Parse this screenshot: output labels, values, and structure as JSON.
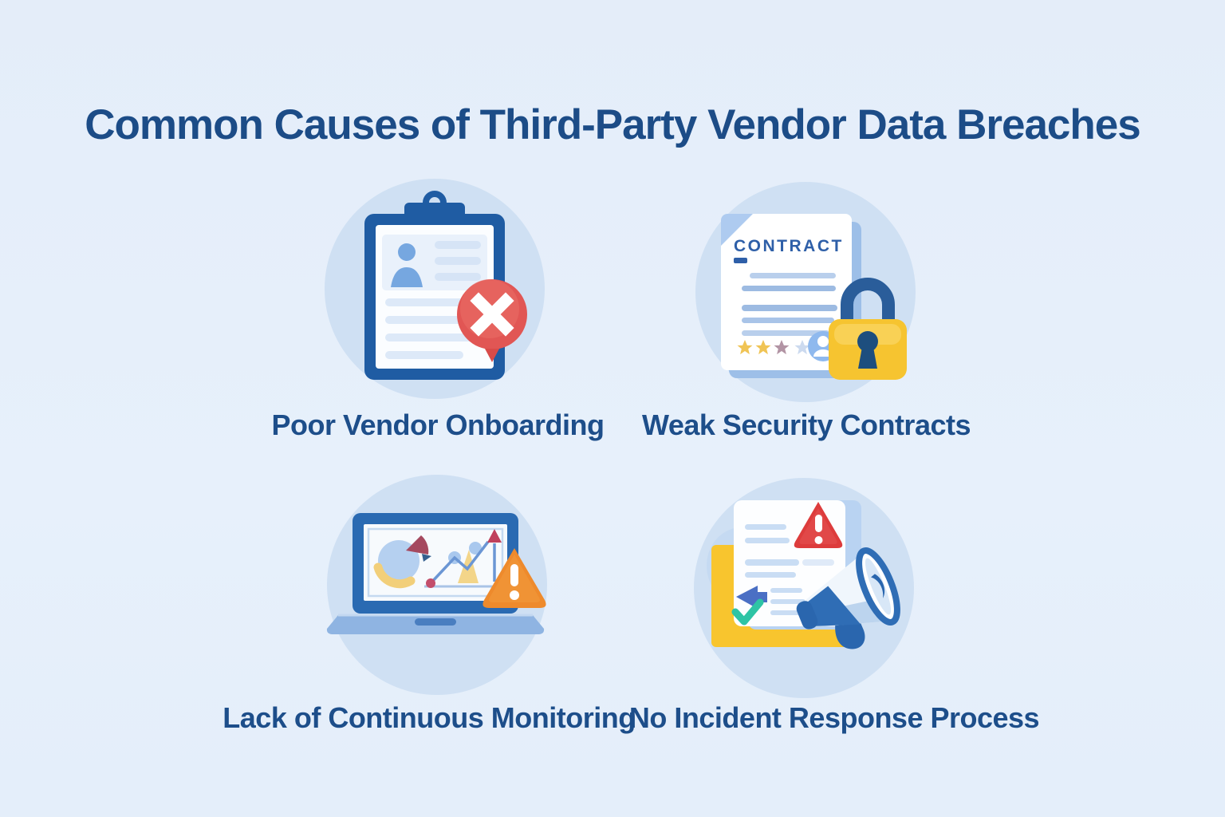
{
  "title": "Common Causes of Third-Party Vendor Data Breaches",
  "causes": [
    {
      "label": "Poor Vendor Onboarding",
      "icon": "clipboard-rejected-icon"
    },
    {
      "label": "Weak Security Contracts",
      "icon": "contract-lock-icon",
      "document_heading": "CONTRACT"
    },
    {
      "label": "Lack of Continuous Monitoring",
      "icon": "laptop-analytics-warning-icon"
    },
    {
      "label": "No Incident Response Process",
      "icon": "incident-report-megaphone-icon"
    }
  ],
  "colors": {
    "background": "#e5eefa",
    "title_text": "#1c4c87",
    "label_text": "#1d4e8a",
    "circle_background": "#cfe0f3",
    "primary_blue": "#2a6ab2",
    "dark_blue": "#1f5ca3",
    "light_blue_fill": "#aecbf0",
    "badge_red": "#e15654",
    "alert_red": "#dd3c3c",
    "warning_orange": "#ee8a2c",
    "lock_yellow": "#f6c430",
    "sheet_yellow": "#f8c52e",
    "check_teal": "#2ec4a5",
    "star_gold": "#f0c455",
    "star_mauve": "#b294a4",
    "star_pale": "#ccdaef"
  }
}
